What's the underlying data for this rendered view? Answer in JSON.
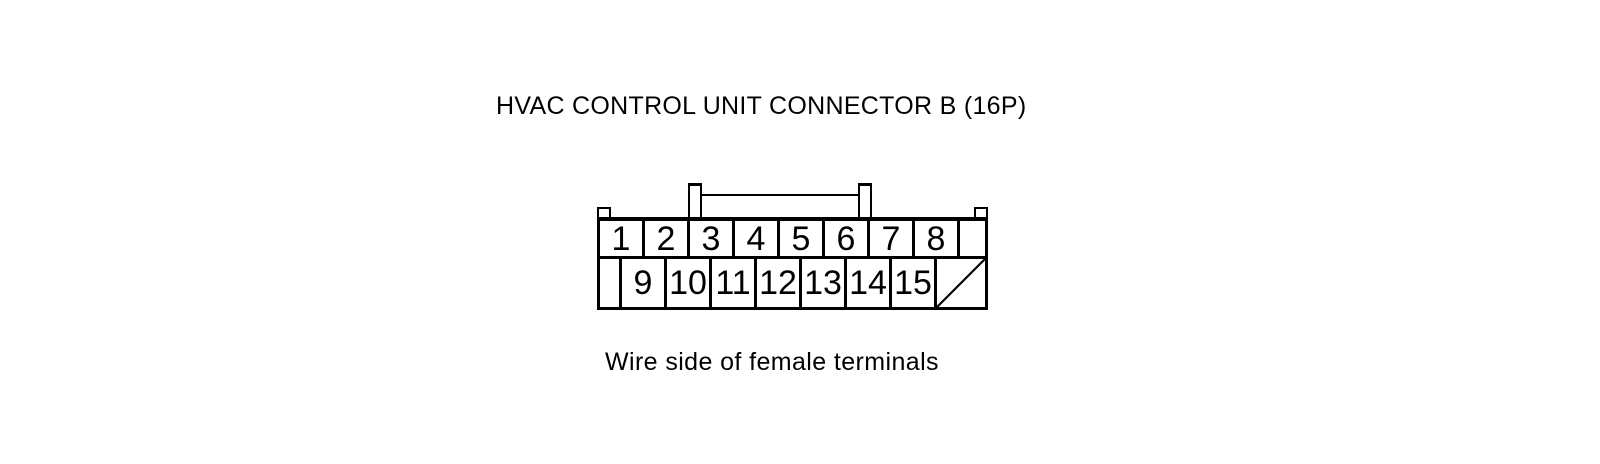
{
  "page": {
    "background_color": "#ffffff",
    "ink_color": "#000000"
  },
  "title": "HVAC CONTROL UNIT CONNECTOR B (16P)",
  "caption": "Wire side of female terminals",
  "connector": {
    "label": "HVAC control unit connector B",
    "pin_count_label": "16P",
    "top_row_pins": [
      "1",
      "2",
      "3",
      "4",
      "5",
      "6",
      "7",
      "8"
    ],
    "bottom_row_pins": [
      "9",
      "10",
      "11",
      "12",
      "13",
      "14",
      "15"
    ],
    "blocked_cavity_icon": "diagonal-slash"
  }
}
